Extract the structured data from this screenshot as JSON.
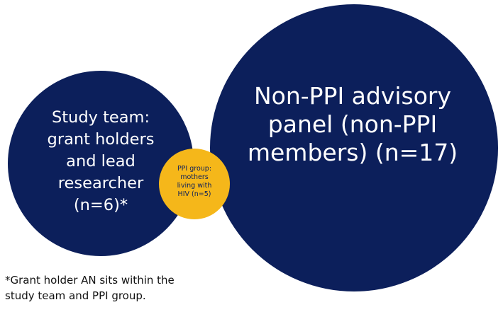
{
  "diagram": {
    "study_team": {
      "text": "Study team:\ngrant holders\nand lead\nresearcher\n(n=6)*",
      "color": "#0c1f5b"
    },
    "non_ppi_panel": {
      "text": "Non-PPI advisory\npanel (non-PPI\nmembers) (n=17)",
      "color": "#0c1f5b"
    },
    "ppi_group": {
      "text": "PPI group:\nmothers\nliving with\nHIV (n=5)",
      "color": "#f5b71a"
    },
    "footnote": "*Grant holder AN sits within the\nstudy team and PPI group."
  }
}
